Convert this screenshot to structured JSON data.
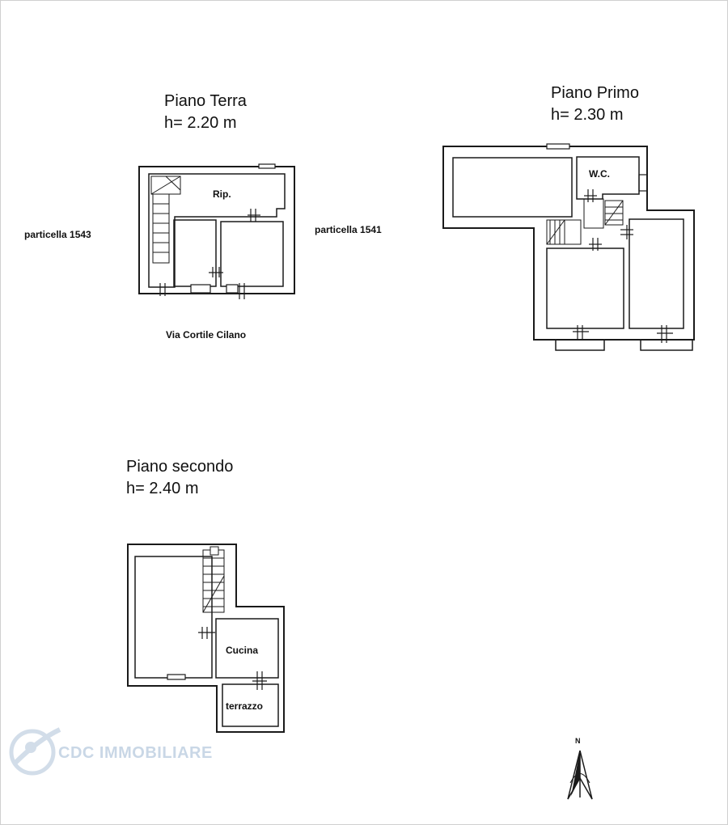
{
  "floors": {
    "ground": {
      "title": "Piano Terra",
      "height": "h= 2.20 m",
      "room_rip": "Rip."
    },
    "first": {
      "title": "Piano Primo",
      "height": "h= 2.30 m",
      "room_wc": "W.C."
    },
    "second": {
      "title": "Piano secondo",
      "height": "h= 2.40 m",
      "room_cucina": "Cucina",
      "room_terrazzo": "terrazzo"
    }
  },
  "labels": {
    "particella_left": "particella 1543",
    "particella_right": "particella 1541",
    "street": "Via Cortile Cilano"
  },
  "north": {
    "letter": "N"
  },
  "watermark": {
    "text": "CDC IMMOBILIARE"
  },
  "colors": {
    "wall": "#1a1a1a",
    "watermark": "#c9d7e6"
  }
}
